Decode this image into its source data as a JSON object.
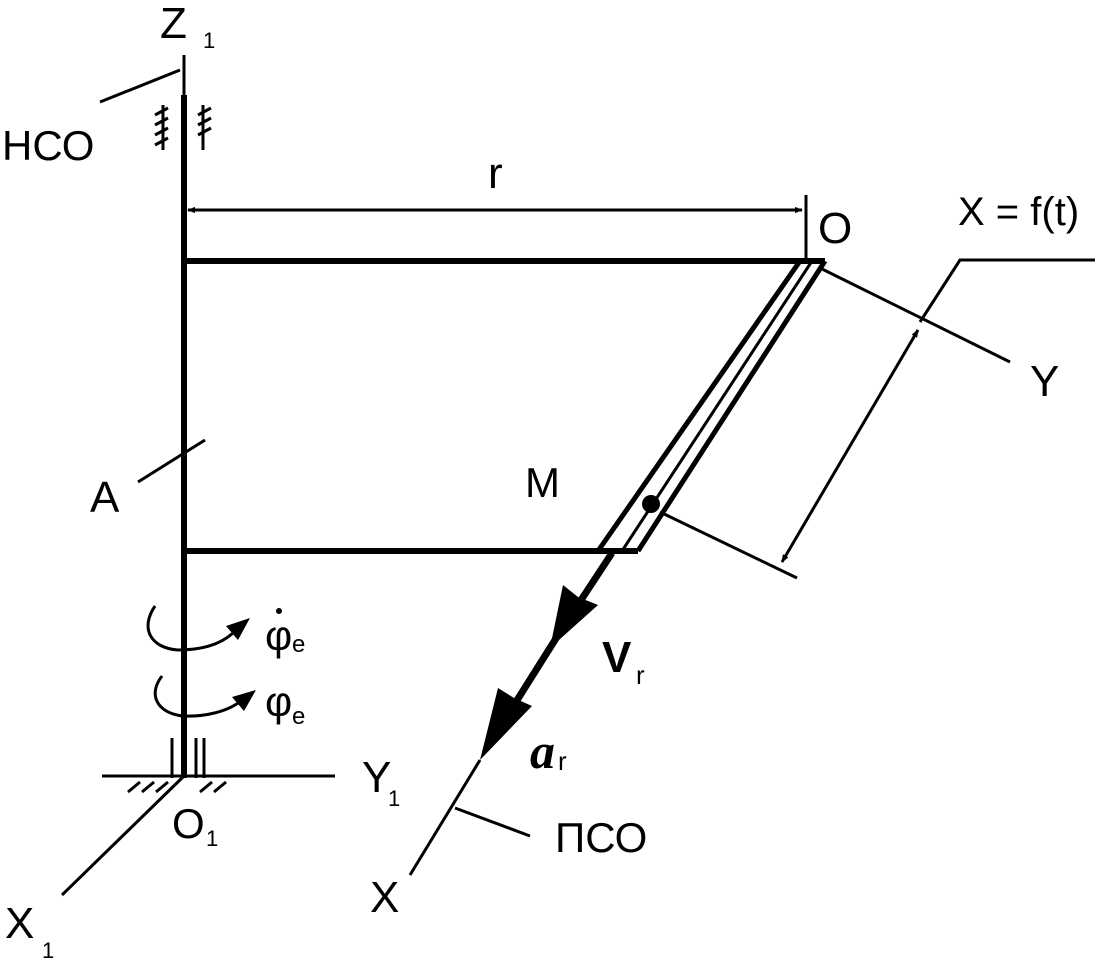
{
  "labels": {
    "z1": "Z",
    "z1_sub": "1",
    "hco": "НСО",
    "r": "r",
    "o": "O",
    "x_eq": "X = f(t)",
    "y": "Y",
    "a": "A",
    "m": "M",
    "phi_dot": "φ",
    "phi_dot_sub": "e",
    "phi": "φ",
    "phi_sub": "e",
    "vr": "V",
    "vr_sub": "r",
    "ar": "a",
    "ar_sub": "r",
    "y1": "Y",
    "y1_sub": "1",
    "o1": "O",
    "o1_sub": "1",
    "pco": "ПСО",
    "x": "X",
    "x1": "X",
    "x1_sub": "1"
  },
  "colors": {
    "ink": "#000000",
    "background": "#ffffff"
  }
}
